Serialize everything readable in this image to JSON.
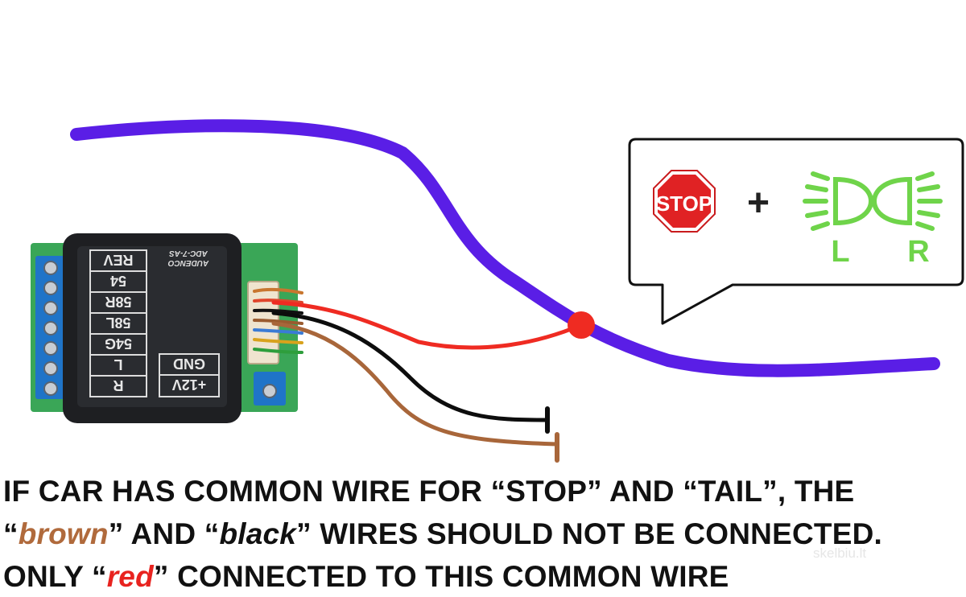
{
  "module": {
    "brand": "AUDENCO",
    "model": "ADC-7-AS",
    "pin_labels": [
      "REV",
      "54",
      "58R",
      "58L",
      "54G",
      "L",
      "R"
    ],
    "power_labels": [
      "GND",
      "+12V"
    ]
  },
  "callout": {
    "stop_sign_text": "STOP",
    "plus": "+",
    "lamp_left": "L",
    "lamp_right": "R"
  },
  "caption": {
    "line1": "IF CAR HAS COMMON WIRE FOR “STOP” AND “TAIL”, THE",
    "line2_open": "“",
    "line2_brown": "brown",
    "line2_mid": "” AND “",
    "line2_black": "black",
    "line2_end": "” WIRES SHOULD NOT BE CONNECTED.",
    "line3_start": "ONLY “",
    "line3_red": "red",
    "line3_end": "” CONNECTED TO THIS COMMON WIRE"
  },
  "watermark": "skelbiu.lt",
  "colors": {
    "common_wire": "#5a1ee6",
    "red_wire": "#ef2b22",
    "black_wire": "#0d0d0d",
    "brown_wire": "#a8663a",
    "lamp_green": "#6fd44a",
    "stop_red": "#e02224",
    "terminal_blue": "#1f74c8",
    "pcb_green": "#3aa657"
  }
}
